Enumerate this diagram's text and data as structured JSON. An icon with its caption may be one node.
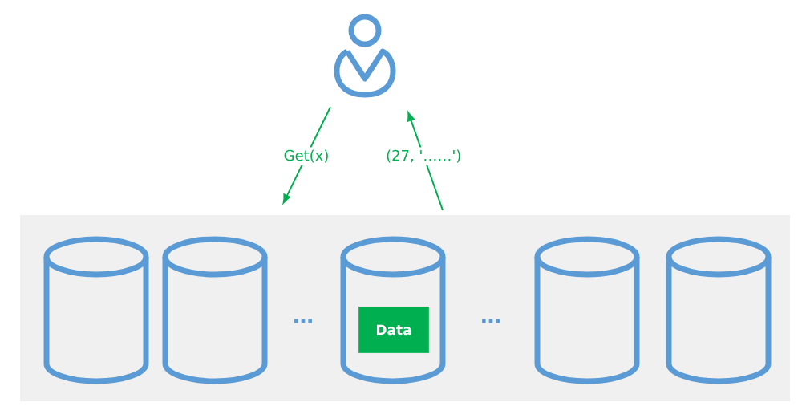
{
  "diagram": {
    "nodes": [
      {
        "text": [],
        "shape": "person"
      },
      {
        "text": [],
        "shape": "box"
      },
      {
        "text": [],
        "shape": "cylinder",
        "in": 1
      },
      {
        "text": [],
        "shape": "cylinder",
        "in": 1
      },
      {
        "text": [],
        "shape": "cylinder",
        "in": 1
      },
      {
        "text": [
          "Data"
        ],
        "in": 4
      },
      {
        "text": [],
        "shape": "cylinder",
        "in": 1
      },
      {
        "text": [],
        "shape": "cylinder",
        "in": 1
      }
    ],
    "edges": [
      {
        "from": 0,
        "to": 1,
        "arrow": "to",
        "label": "Get(x)"
      },
      {
        "from": 1,
        "to": 0,
        "arrow": "to",
        "label": "(27, '……')"
      }
    ],
    "labels": [
      "…",
      "…"
    ]
  }
}
